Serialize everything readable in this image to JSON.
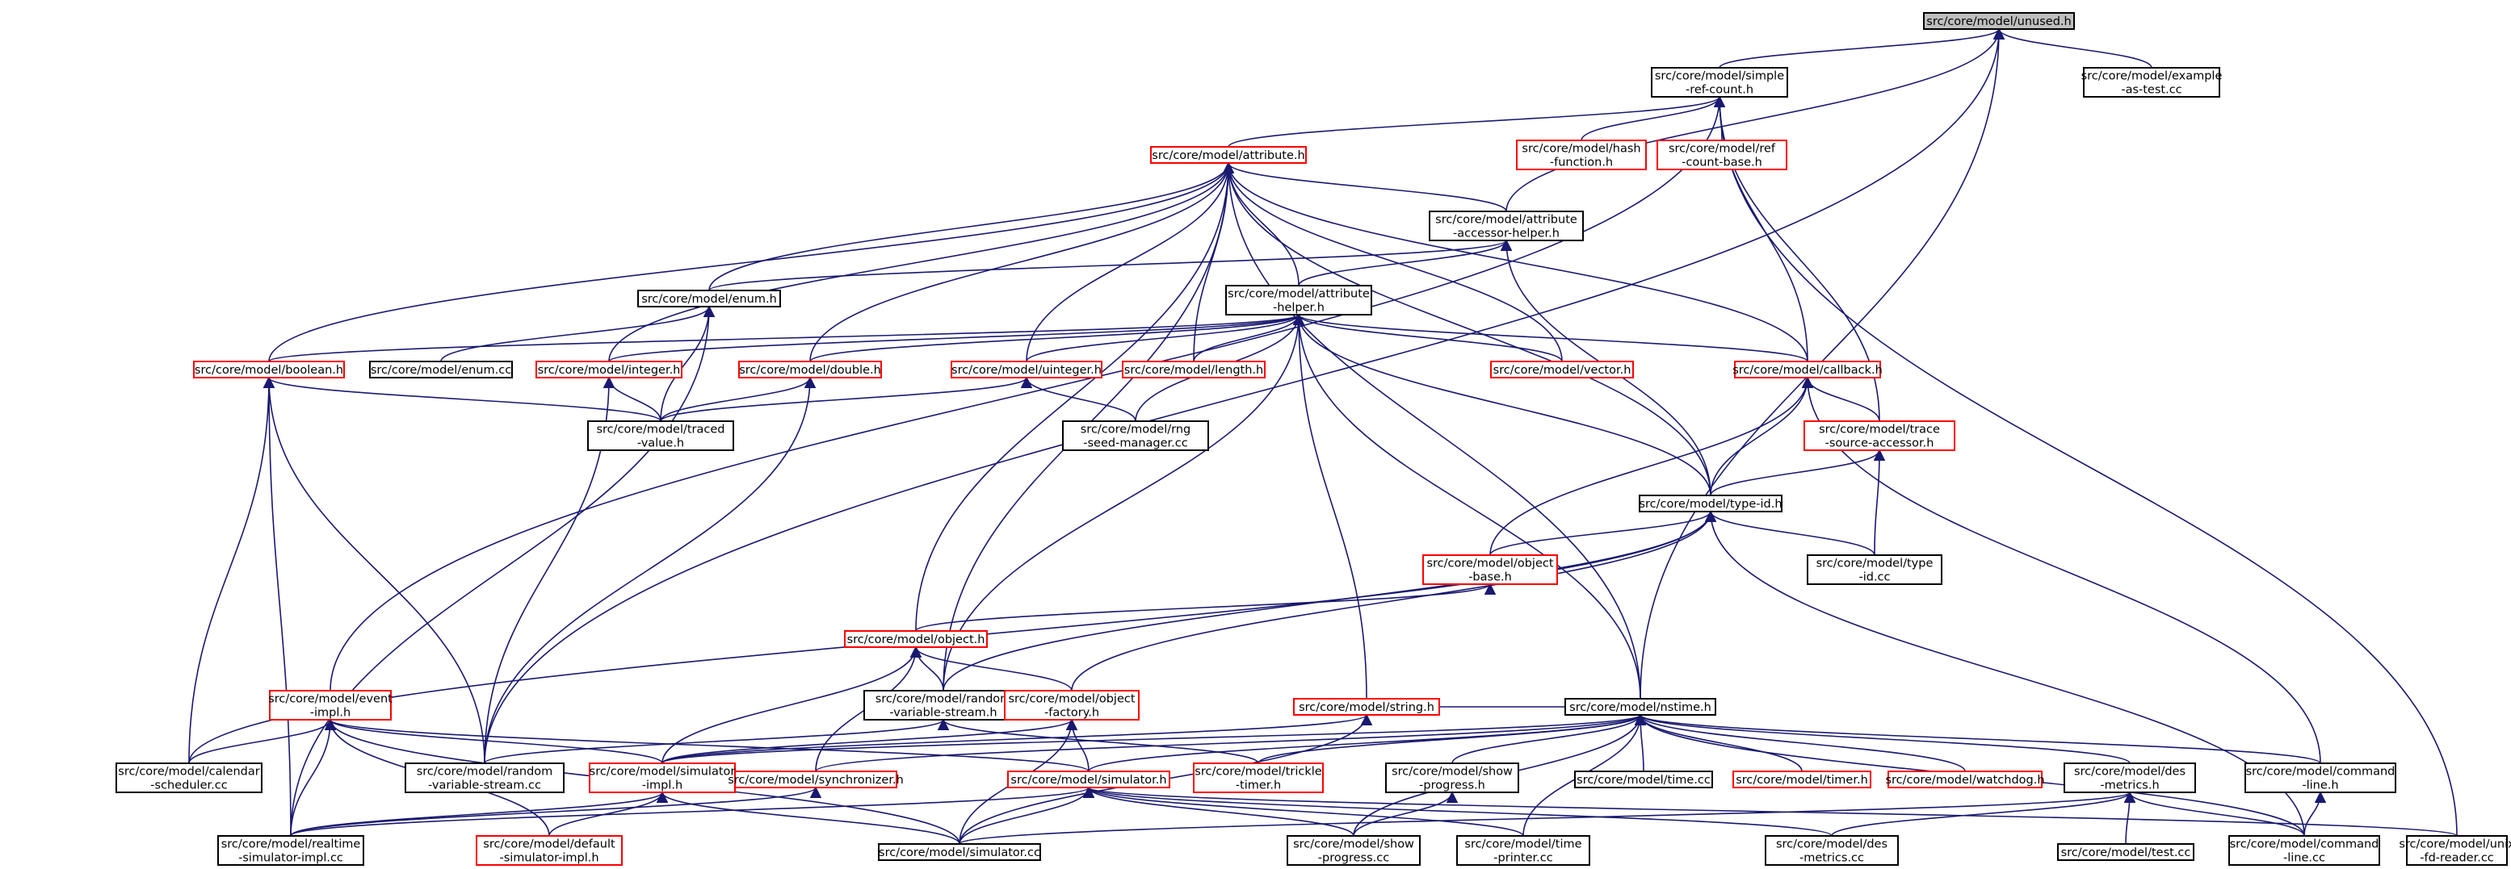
{
  "diagram": {
    "colors": {
      "edge": "#191970",
      "root_fill": "#bfbfbf",
      "normal_border": "#000000",
      "red_border": "#ff0000",
      "node_fill": "#ffffff"
    },
    "nodes": [
      {
        "id": "unused",
        "lines": [
          "src/core/model/unused.h"
        ],
        "style": "root"
      },
      {
        "id": "simple_ref",
        "lines": [
          "src/core/model/simple",
          "-ref-count.h"
        ],
        "style": "black"
      },
      {
        "id": "example_test",
        "lines": [
          "src/core/model/example",
          "-as-test.cc"
        ],
        "style": "black"
      },
      {
        "id": "attribute_h",
        "lines": [
          "src/core/model/attribute.h"
        ],
        "style": "red"
      },
      {
        "id": "hash_fn",
        "lines": [
          "src/core/model/hash",
          "-function.h"
        ],
        "style": "red"
      },
      {
        "id": "ref_count_base",
        "lines": [
          "src/core/model/ref",
          "-count-base.h"
        ],
        "style": "red"
      },
      {
        "id": "attr_accessor",
        "lines": [
          "src/core/model/attribute",
          "-accessor-helper.h"
        ],
        "style": "black"
      },
      {
        "id": "enum_h",
        "lines": [
          "src/core/model/enum.h"
        ],
        "style": "black"
      },
      {
        "id": "attr_helper",
        "lines": [
          "src/core/model/attribute",
          "-helper.h"
        ],
        "style": "black"
      },
      {
        "id": "boolean_h",
        "lines": [
          "src/core/model/boolean.h"
        ],
        "style": "red"
      },
      {
        "id": "enum_cc",
        "lines": [
          "src/core/model/enum.cc"
        ],
        "style": "black"
      },
      {
        "id": "integer_h",
        "lines": [
          "src/core/model/integer.h"
        ],
        "style": "red"
      },
      {
        "id": "double_h",
        "lines": [
          "src/core/model/double.h"
        ],
        "style": "red"
      },
      {
        "id": "uinteger_h",
        "lines": [
          "src/core/model/uinteger.h"
        ],
        "style": "red"
      },
      {
        "id": "length_h",
        "lines": [
          "src/core/model/length.h"
        ],
        "style": "red"
      },
      {
        "id": "vector_h",
        "lines": [
          "src/core/model/vector.h"
        ],
        "style": "red"
      },
      {
        "id": "callback_h",
        "lines": [
          "src/core/model/callback.h"
        ],
        "style": "red"
      },
      {
        "id": "traced_value",
        "lines": [
          "src/core/model/traced",
          "-value.h"
        ],
        "style": "black"
      },
      {
        "id": "rng_seed",
        "lines": [
          "src/core/model/rng",
          "-seed-manager.cc"
        ],
        "style": "black"
      },
      {
        "id": "trace_source",
        "lines": [
          "src/core/model/trace",
          "-source-accessor.h"
        ],
        "style": "red"
      },
      {
        "id": "type_id_h",
        "lines": [
          "src/core/model/type-id.h"
        ],
        "style": "black"
      },
      {
        "id": "object_base",
        "lines": [
          "src/core/model/object",
          "-base.h"
        ],
        "style": "red"
      },
      {
        "id": "type_id_cc",
        "lines": [
          "src/core/model/type",
          "-id.cc"
        ],
        "style": "black"
      },
      {
        "id": "object_h",
        "lines": [
          "src/core/model/object.h"
        ],
        "style": "red"
      },
      {
        "id": "event_impl",
        "lines": [
          "src/core/model/event",
          "-impl.h"
        ],
        "style": "red"
      },
      {
        "id": "random_var_h",
        "lines": [
          "src/core/model/random",
          "-variable-stream.h"
        ],
        "style": "black"
      },
      {
        "id": "object_factory",
        "lines": [
          "src/core/model/object",
          "-factory.h"
        ],
        "style": "red"
      },
      {
        "id": "string_h",
        "lines": [
          "src/core/model/string.h"
        ],
        "style": "red"
      },
      {
        "id": "nstime_h",
        "lines": [
          "src/core/model/nstime.h"
        ],
        "style": "black"
      },
      {
        "id": "calendar_sched",
        "lines": [
          "src/core/model/calendar",
          "-scheduler.cc"
        ],
        "style": "black"
      },
      {
        "id": "random_var_cc",
        "lines": [
          "src/core/model/random",
          "-variable-stream.cc"
        ],
        "style": "black"
      },
      {
        "id": "sim_impl_h",
        "lines": [
          "src/core/model/simulator",
          "-impl.h"
        ],
        "style": "red"
      },
      {
        "id": "synchronizer_h",
        "lines": [
          "src/core/model/synchronizer.h"
        ],
        "style": "red"
      },
      {
        "id": "simulator_h",
        "lines": [
          "src/core/model/simulator.h"
        ],
        "style": "red"
      },
      {
        "id": "trickle_timer",
        "lines": [
          "src/core/model/trickle",
          "-timer.h"
        ],
        "style": "red"
      },
      {
        "id": "show_progress_h",
        "lines": [
          "src/core/model/show",
          "-progress.h"
        ],
        "style": "black"
      },
      {
        "id": "time_cc",
        "lines": [
          "src/core/model/time.cc"
        ],
        "style": "black"
      },
      {
        "id": "timer_h",
        "lines": [
          "src/core/model/timer.h"
        ],
        "style": "red"
      },
      {
        "id": "watchdog_h",
        "lines": [
          "src/core/model/watchdog.h"
        ],
        "style": "red"
      },
      {
        "id": "des_metrics_h",
        "lines": [
          "src/core/model/des",
          "-metrics.h"
        ],
        "style": "black"
      },
      {
        "id": "command_line_h",
        "lines": [
          "src/core/model/command",
          "-line.h"
        ],
        "style": "black"
      },
      {
        "id": "realtime_sim",
        "lines": [
          "src/core/model/realtime",
          "-simulator-impl.cc"
        ],
        "style": "black"
      },
      {
        "id": "default_sim",
        "lines": [
          "src/core/model/default",
          "-simulator-impl.h"
        ],
        "style": "red"
      },
      {
        "id": "simulator_cc",
        "lines": [
          "src/core/model/simulator.cc"
        ],
        "style": "black"
      },
      {
        "id": "show_progress_cc",
        "lines": [
          "src/core/model/show",
          "-progress.cc"
        ],
        "style": "black"
      },
      {
        "id": "time_printer",
        "lines": [
          "src/core/model/time",
          "-printer.cc"
        ],
        "style": "black"
      },
      {
        "id": "des_metrics_cc",
        "lines": [
          "src/core/model/des",
          "-metrics.cc"
        ],
        "style": "black"
      },
      {
        "id": "test_cc",
        "lines": [
          "src/core/model/test.cc"
        ],
        "style": "black"
      },
      {
        "id": "command_line_cc",
        "lines": [
          "src/core/model/command",
          "-line.cc"
        ],
        "style": "black"
      },
      {
        "id": "unix_fd",
        "lines": [
          "src/core/model/unix",
          "-fd-reader.cc"
        ],
        "style": "black"
      }
    ],
    "edges": [
      {
        "from": "simple_ref",
        "to": "unused"
      },
      {
        "from": "example_test",
        "to": "unused"
      },
      {
        "from": "random_var_cc",
        "to": "unused"
      },
      {
        "from": "attr_accessor",
        "to": "unused"
      },
      {
        "from": "nstime_h",
        "to": "unused"
      },
      {
        "from": "attribute_h",
        "to": "simple_ref"
      },
      {
        "from": "hash_fn",
        "to": "simple_ref"
      },
      {
        "from": "ref_count_base",
        "to": "simple_ref"
      },
      {
        "from": "callback_h",
        "to": "simple_ref"
      },
      {
        "from": "trace_source",
        "to": "simple_ref"
      },
      {
        "from": "unix_fd",
        "to": "simple_ref"
      },
      {
        "from": "event_impl",
        "to": "simple_ref"
      },
      {
        "from": "attr_accessor",
        "to": "attribute_h"
      },
      {
        "from": "attr_helper",
        "to": "attribute_h"
      },
      {
        "from": "enum_h",
        "to": "attribute_h"
      },
      {
        "from": "boolean_h",
        "to": "attribute_h"
      },
      {
        "from": "integer_h",
        "to": "attribute_h"
      },
      {
        "from": "double_h",
        "to": "attribute_h"
      },
      {
        "from": "uinteger_h",
        "to": "attribute_h"
      },
      {
        "from": "length_h",
        "to": "attribute_h"
      },
      {
        "from": "vector_h",
        "to": "attribute_h"
      },
      {
        "from": "callback_h",
        "to": "attribute_h"
      },
      {
        "from": "object_h",
        "to": "attribute_h"
      },
      {
        "from": "type_id_h",
        "to": "attribute_h"
      },
      {
        "from": "nstime_h",
        "to": "attribute_h"
      },
      {
        "from": "random_var_h",
        "to": "attribute_h"
      },
      {
        "from": "attr_helper",
        "to": "attr_accessor"
      },
      {
        "from": "enum_h",
        "to": "attr_accessor"
      },
      {
        "from": "type_id_h",
        "to": "attr_accessor"
      },
      {
        "from": "boolean_h",
        "to": "attr_helper"
      },
      {
        "from": "integer_h",
        "to": "attr_helper"
      },
      {
        "from": "double_h",
        "to": "attr_helper"
      },
      {
        "from": "uinteger_h",
        "to": "attr_helper"
      },
      {
        "from": "length_h",
        "to": "attr_helper"
      },
      {
        "from": "vector_h",
        "to": "attr_helper"
      },
      {
        "from": "callback_h",
        "to": "attr_helper"
      },
      {
        "from": "rng_seed",
        "to": "attr_helper"
      },
      {
        "from": "type_id_h",
        "to": "attr_helper"
      },
      {
        "from": "string_h",
        "to": "attr_helper"
      },
      {
        "from": "nstime_h",
        "to": "attr_helper"
      },
      {
        "from": "random_var_h",
        "to": "attr_helper"
      },
      {
        "from": "enum_cc",
        "to": "enum_h"
      },
      {
        "from": "traced_value",
        "to": "enum_h"
      },
      {
        "from": "realtime_sim",
        "to": "enum_h"
      },
      {
        "from": "traced_value",
        "to": "boolean_h"
      },
      {
        "from": "traced_value",
        "to": "integer_h"
      },
      {
        "from": "traced_value",
        "to": "double_h"
      },
      {
        "from": "traced_value",
        "to": "uinteger_h"
      },
      {
        "from": "calendar_sched",
        "to": "boolean_h"
      },
      {
        "from": "random_var_cc",
        "to": "boolean_h"
      },
      {
        "from": "realtime_sim",
        "to": "boolean_h"
      },
      {
        "from": "random_var_cc",
        "to": "integer_h"
      },
      {
        "from": "random_var_cc",
        "to": "double_h"
      },
      {
        "from": "rng_seed",
        "to": "uinteger_h"
      },
      {
        "from": "trace_source",
        "to": "callback_h"
      },
      {
        "from": "type_id_h",
        "to": "callback_h"
      },
      {
        "from": "object_base",
        "to": "callback_h"
      },
      {
        "from": "command_line_h",
        "to": "callback_h"
      },
      {
        "from": "type_id_h",
        "to": "trace_source"
      },
      {
        "from": "type_id_cc",
        "to": "trace_source"
      },
      {
        "from": "object_base",
        "to": "type_id_h"
      },
      {
        "from": "type_id_cc",
        "to": "type_id_h"
      },
      {
        "from": "object_factory",
        "to": "type_id_h"
      },
      {
        "from": "random_var_h",
        "to": "type_id_h"
      },
      {
        "from": "calendar_sched",
        "to": "type_id_h"
      },
      {
        "from": "command_line_cc",
        "to": "type_id_h"
      },
      {
        "from": "object_h",
        "to": "object_base"
      },
      {
        "from": "random_var_h",
        "to": "object_h"
      },
      {
        "from": "object_factory",
        "to": "object_h"
      },
      {
        "from": "sim_impl_h",
        "to": "object_h"
      },
      {
        "from": "synchronizer_h",
        "to": "object_h"
      },
      {
        "from": "random_var_cc",
        "to": "random_var_h"
      },
      {
        "from": "trickle_timer",
        "to": "random_var_h"
      },
      {
        "from": "simulator_h",
        "to": "object_factory"
      },
      {
        "from": "sim_impl_h",
        "to": "object_factory"
      },
      {
        "from": "simulator_cc",
        "to": "object_factory"
      },
      {
        "from": "calendar_sched",
        "to": "event_impl"
      },
      {
        "from": "sim_impl_h",
        "to": "event_impl"
      },
      {
        "from": "simulator_h",
        "to": "event_impl"
      },
      {
        "from": "realtime_sim",
        "to": "event_impl"
      },
      {
        "from": "default_sim",
        "to": "event_impl"
      },
      {
        "from": "simulator_cc",
        "to": "event_impl"
      },
      {
        "from": "sim_impl_h",
        "to": "string_h"
      },
      {
        "from": "simulator_cc",
        "to": "string_h"
      },
      {
        "from": "nstime_h",
        "to": "string_h"
      },
      {
        "from": "sim_impl_h",
        "to": "nstime_h"
      },
      {
        "from": "synchronizer_h",
        "to": "nstime_h"
      },
      {
        "from": "simulator_h",
        "to": "nstime_h"
      },
      {
        "from": "trickle_timer",
        "to": "nstime_h"
      },
      {
        "from": "show_progress_h",
        "to": "nstime_h"
      },
      {
        "from": "time_cc",
        "to": "nstime_h"
      },
      {
        "from": "timer_h",
        "to": "nstime_h"
      },
      {
        "from": "watchdog_h",
        "to": "nstime_h"
      },
      {
        "from": "des_metrics_h",
        "to": "nstime_h"
      },
      {
        "from": "command_line_h",
        "to": "nstime_h"
      },
      {
        "from": "show_progress_cc",
        "to": "nstime_h"
      },
      {
        "from": "time_printer",
        "to": "nstime_h"
      },
      {
        "from": "command_line_cc",
        "to": "nstime_h"
      },
      {
        "from": "realtime_sim",
        "to": "sim_impl_h"
      },
      {
        "from": "default_sim",
        "to": "sim_impl_h"
      },
      {
        "from": "simulator_cc",
        "to": "sim_impl_h"
      },
      {
        "from": "realtime_sim",
        "to": "synchronizer_h"
      },
      {
        "from": "realtime_sim",
        "to": "simulator_h"
      },
      {
        "from": "simulator_cc",
        "to": "simulator_h"
      },
      {
        "from": "show_progress_cc",
        "to": "simulator_h"
      },
      {
        "from": "time_printer",
        "to": "simulator_h"
      },
      {
        "from": "des_metrics_cc",
        "to": "simulator_h"
      },
      {
        "from": "unix_fd",
        "to": "simulator_h"
      },
      {
        "from": "show_progress_cc",
        "to": "show_progress_h"
      },
      {
        "from": "simulator_cc",
        "to": "des_metrics_h"
      },
      {
        "from": "des_metrics_cc",
        "to": "des_metrics_h"
      },
      {
        "from": "test_cc",
        "to": "des_metrics_h"
      },
      {
        "from": "command_line_cc",
        "to": "des_metrics_h"
      },
      {
        "from": "command_line_cc",
        "to": "command_line_h"
      }
    ]
  }
}
